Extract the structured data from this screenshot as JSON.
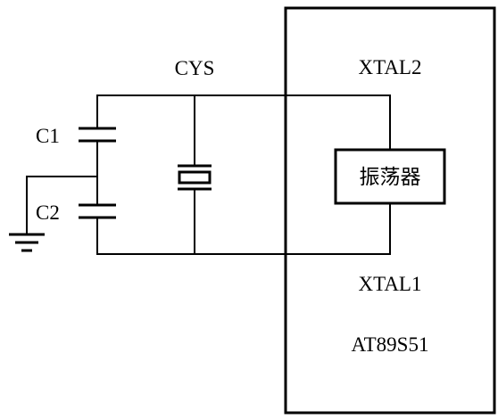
{
  "labels": {
    "crystal": "CYS",
    "c1": "C1",
    "c2": "C2",
    "xtal2": "XTAL2",
    "xtal1": "XTAL1",
    "oscillator": "振荡器",
    "chip": "AT89S51"
  }
}
